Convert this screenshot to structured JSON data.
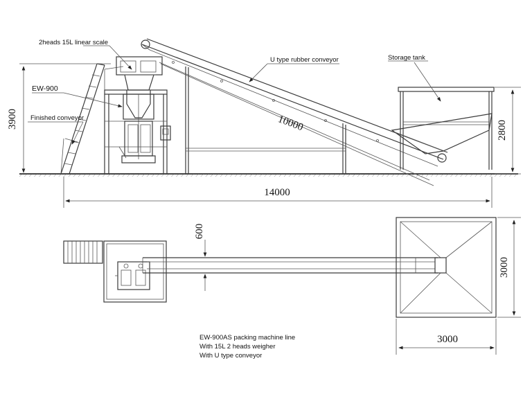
{
  "labels": {
    "scale": "2heads 15L linear scale",
    "rubber_conveyor": "U type rubber conveyor",
    "storage_tank": "Storage tank",
    "machine": "EW-900",
    "finished_conveyor": "Finished conveyor"
  },
  "dimensions": {
    "total_height": "3900",
    "conveyor_length": "10000",
    "tank_height": "2800",
    "total_length": "14000",
    "conveyor_width": "600",
    "tank_depth": "3000",
    "tank_width": "3000"
  },
  "notes": {
    "line1": "EW-900AS packing machine line",
    "line2": "With 15L 2 heads weigher",
    "line3": "With U type conveyor"
  }
}
